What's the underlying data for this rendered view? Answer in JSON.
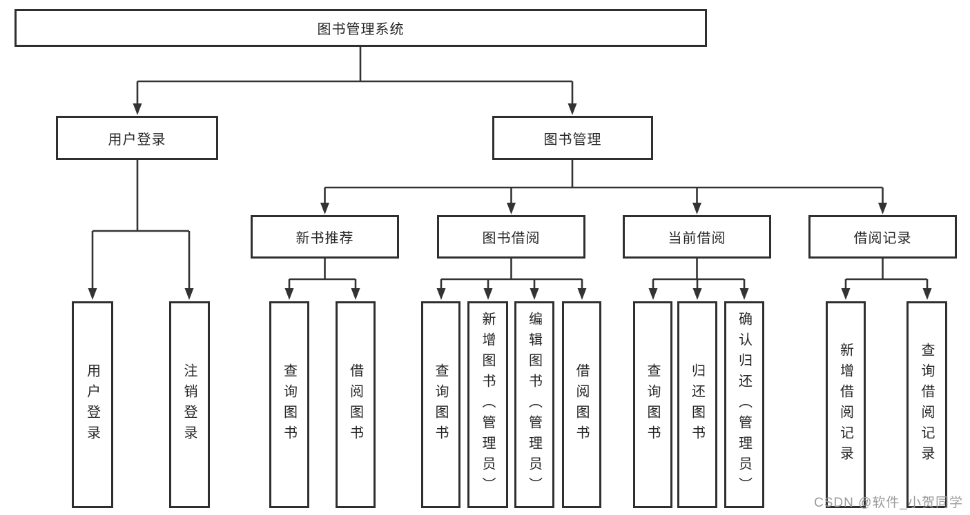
{
  "diagram": {
    "root": "图书管理系统",
    "branches": [
      {
        "label": "用户登录",
        "children": [
          "用户登录",
          "注销登录"
        ]
      },
      {
        "label": "图书管理",
        "groups": [
          {
            "label": "新书推荐",
            "children": [
              "查询图书",
              "借阅图书"
            ]
          },
          {
            "label": "图书借阅",
            "children": [
              "查询图书",
              "新增图书（管理员）",
              "编辑图书（管理员）",
              "借阅图书"
            ]
          },
          {
            "label": "当前借阅",
            "children": [
              "查询图书",
              "归还图书",
              "确认归还（管理员）"
            ]
          },
          {
            "label": "借阅记录",
            "children": [
              "新增借阅记录",
              "查询借阅记录"
            ]
          }
        ]
      }
    ],
    "watermark": "CSDN @软件_小贺同学",
    "colors": {
      "line": "#333333",
      "border": "#2f2f2f",
      "text": "#262626",
      "bg": "#ffffff",
      "watermark": "#9a9a9a"
    }
  }
}
